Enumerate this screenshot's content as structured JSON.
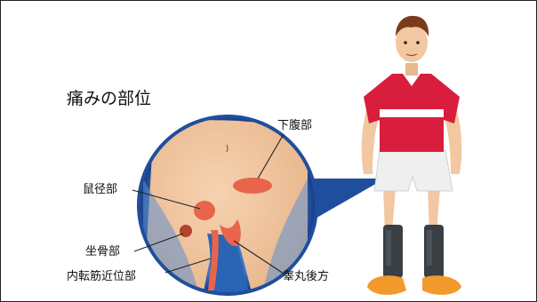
{
  "diagram": {
    "title": "痛みの部位",
    "labels": {
      "lower_abdomen": "下腹部",
      "inguinal": "鼠径部",
      "ischium": "坐骨部",
      "adductor_origin": "内転筋近位部",
      "behind_testis": "睾丸後方"
    },
    "colors": {
      "skin": "#F2C8A2",
      "pain": "#E8654A",
      "lens_blue": "#1F4E9C",
      "jersey_red": "#D81E3C",
      "shorts": "#EFEFEF",
      "socks": "#3A3F44",
      "boots": "#F29A2E"
    }
  }
}
